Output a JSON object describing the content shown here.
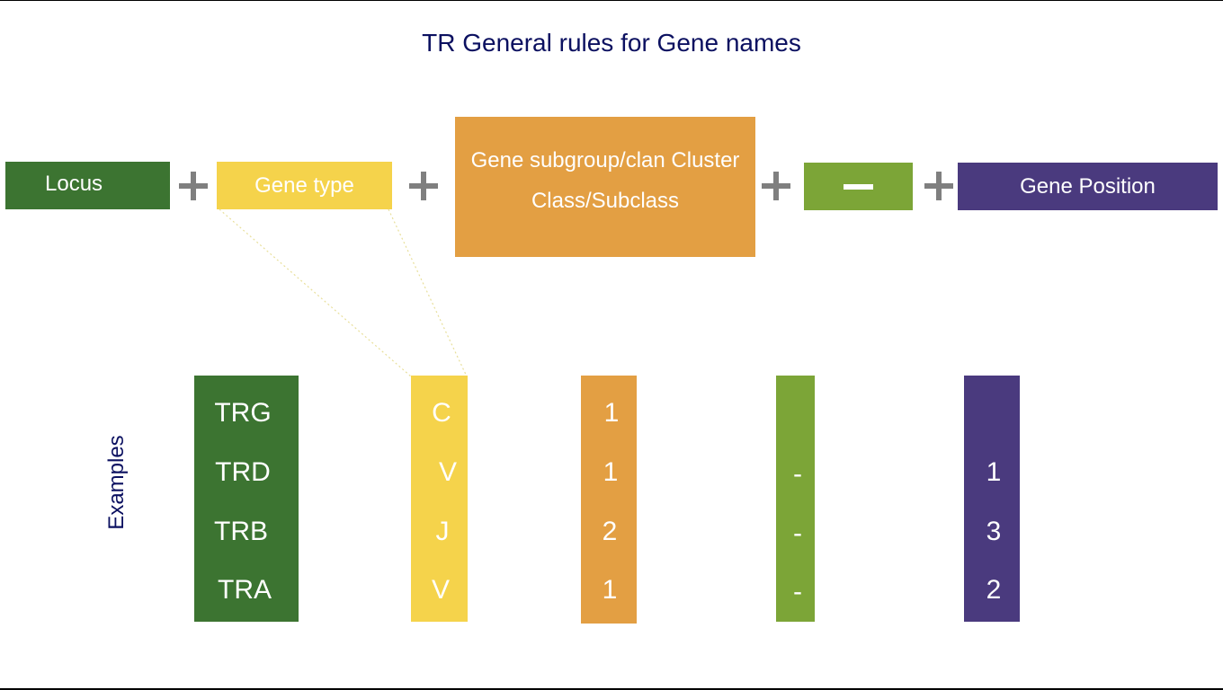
{
  "title": "TR General rules for Gene names",
  "colors": {
    "locus": "#3c7431",
    "gene_type": "#f5d34b",
    "subgroup": "#e39f43",
    "dash": "#7ca537",
    "position": "#4a3a7e",
    "plus": "#7f7f7f",
    "title": "#0b1060"
  },
  "rule": {
    "locus": "Locus",
    "gene_type": "Gene type",
    "subgroup_line1": "Gene subgroup/clan Cluster",
    "subgroup_line2": "Class/Subclass",
    "dash_icon": "minus-icon",
    "position": "Gene Position",
    "plus_icon": "plus-icon"
  },
  "examples": {
    "label": "Examples",
    "rows": [
      {
        "locus": "TRG",
        "gene_type": "C",
        "subgroup": "1",
        "dash": "",
        "position": ""
      },
      {
        "locus": "TRD",
        "gene_type": "V",
        "subgroup": "1",
        "dash": "-",
        "position": "1"
      },
      {
        "locus": "TRB",
        "gene_type": "J",
        "subgroup": "2",
        "dash": "-",
        "position": "3"
      },
      {
        "locus": "TRA",
        "gene_type": "V",
        "subgroup": "1",
        "dash": "-",
        "position": "2"
      }
    ]
  }
}
